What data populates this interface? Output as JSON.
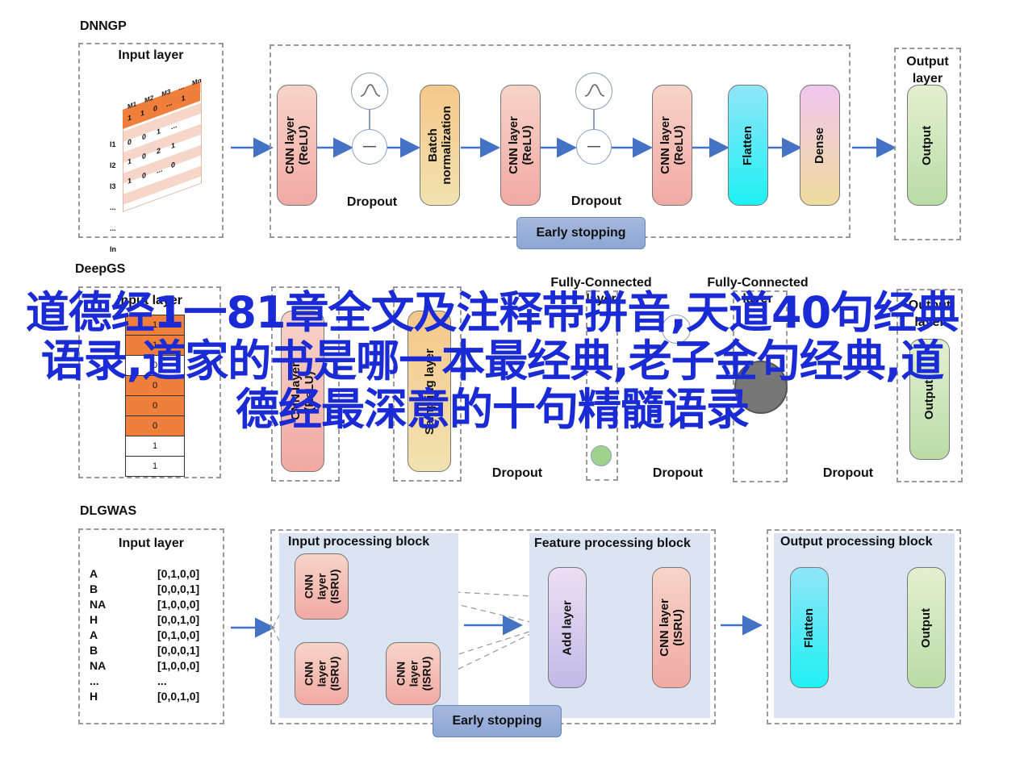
{
  "sections": {
    "dnngp": {
      "title": "DNNGP",
      "input_layer": "Input layer",
      "output_layer": "Output\nlayer",
      "cnn1": "CNN layer\n(ReLU)",
      "dropout1": "Dropout",
      "batchnorm": "Batch\nnormalization",
      "cnn2": "CNN layer\n(ReLU)",
      "dropout2": "Dropout",
      "cnn3": "CNN layer\n(ReLU)",
      "flatten": "Flatten",
      "dense": "Dense",
      "output": "Output",
      "early_stopping": "Early stopping",
      "matrix_cols": [
        "M1",
        "M2",
        "M3",
        "...",
        "Mn"
      ],
      "matrix_rows": [
        "I1",
        "I2",
        "I3",
        "...",
        "...",
        "In"
      ],
      "matrix_top_row": [
        "1",
        "1",
        "0",
        "...",
        "1"
      ],
      "matrix_other_values": [
        "0",
        "0",
        "1",
        "...",
        "1",
        "0",
        "2",
        "1",
        "1",
        "0",
        "...",
        "0"
      ]
    },
    "deepgs": {
      "title": "DeepGS",
      "input_layer": "Input layer",
      "output_layer": "Output\nlayer",
      "cnn": "CNN layer\n(ReLU)",
      "sampling": "Sampling layer",
      "fc1": "Fully-Connected\nlayer",
      "fc2": "Fully-Connected\nlayer",
      "dropout_a": "Dropout",
      "dropout_b": "Dropout",
      "dropout_c": "Dropout",
      "output": "Output",
      "input_values": [
        "1",
        "1",
        "0",
        "0",
        "0",
        "0",
        "1",
        "1"
      ]
    },
    "dlgwas": {
      "title": "DLGWAS",
      "input_layer": "Input layer",
      "sequence": [
        {
          "base": "A",
          "code": "[0,1,0,0]"
        },
        {
          "base": "B",
          "code": "[0,0,0,1]"
        },
        {
          "base": "NA",
          "code": "[1,0,0,0]"
        },
        {
          "base": "H",
          "code": "[0,0,1,0]"
        },
        {
          "base": "A",
          "code": "[0,1,0,0]"
        },
        {
          "base": "B",
          "code": "[0,0,0,1]"
        },
        {
          "base": "NA",
          "code": "[1,0,0,0]"
        },
        {
          "base": "...",
          "code": "..."
        },
        {
          "base": "H",
          "code": "[0,0,1,0]"
        }
      ],
      "input_block": "Input processing block",
      "feature_block": "Feature processing block",
      "output_block": "Output processing block",
      "cnn_isru": "CNN\nlayer\n(ISRU)",
      "add_layer": "Add layer",
      "cnn_isru_long": "CNN layer\n(ISRU)",
      "flatten": "Flatten",
      "output": "Output",
      "early_stopping": "Early stopping"
    }
  },
  "overlay_text": "道德经1一81章全文及注释带拼音,天道40句经典语录,道家的书是哪一本最经典,老子金句经典,道德经最深意的十句精髓语录",
  "colors": {
    "arrow": "#4472c4",
    "overlay": "#1a2bd6",
    "block": "#dbe4f3"
  }
}
